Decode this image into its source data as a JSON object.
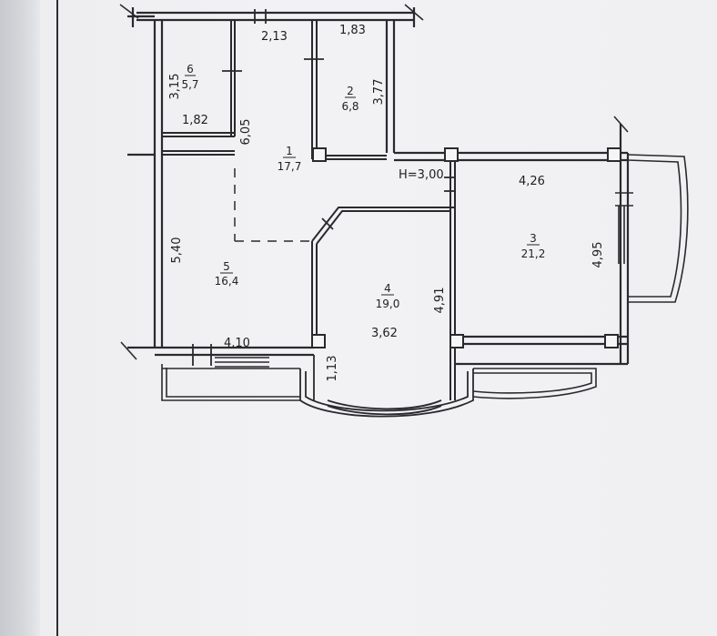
{
  "height_label": "H=3,00",
  "rooms": [
    {
      "number": "1",
      "area": "17,7"
    },
    {
      "number": "2",
      "area": "6,8"
    },
    {
      "number": "3",
      "area": "21,2"
    },
    {
      "number": "4",
      "area": "19,0"
    },
    {
      "number": "5",
      "area": "16,4"
    },
    {
      "number": "6",
      "area": "5,7"
    }
  ],
  "dimensions": {
    "top_corridor": "2,13",
    "room2_top": "1,83",
    "room6_height": "3,15",
    "room6_width": "1,82",
    "corridor_height": "6,05",
    "room2_height": "3,77",
    "room3_width": "4,26",
    "room3_height": "4,95",
    "room5_height": "5,40",
    "room4_height": "4,91",
    "room4_width": "3,62",
    "room5_width": "4,10",
    "bay_depth": "1,13"
  }
}
